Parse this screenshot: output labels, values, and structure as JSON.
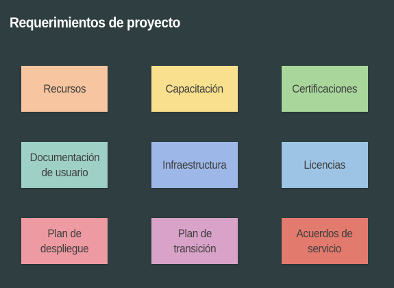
{
  "title": "Requerimientos de proyecto",
  "cards": [
    {
      "label": "Recursos",
      "color": "#f7c59f"
    },
    {
      "label": "Capacitación",
      "color": "#f8e08e"
    },
    {
      "label": "Certificaciones",
      "color": "#a9d79b"
    },
    {
      "label": "Documentación\nde usuario",
      "color": "#9fd0c5"
    },
    {
      "label": "Infraestructura",
      "color": "#9db8e8"
    },
    {
      "label": "Licencias",
      "color": "#9dc4e4"
    },
    {
      "label": "Plan de\ndespliegue",
      "color": "#ee9aa2"
    },
    {
      "label": "Plan de\ntransición",
      "color": "#d9a2c8"
    },
    {
      "label": "Acuerdos de\nservicio",
      "color": "#e27a6e"
    }
  ]
}
